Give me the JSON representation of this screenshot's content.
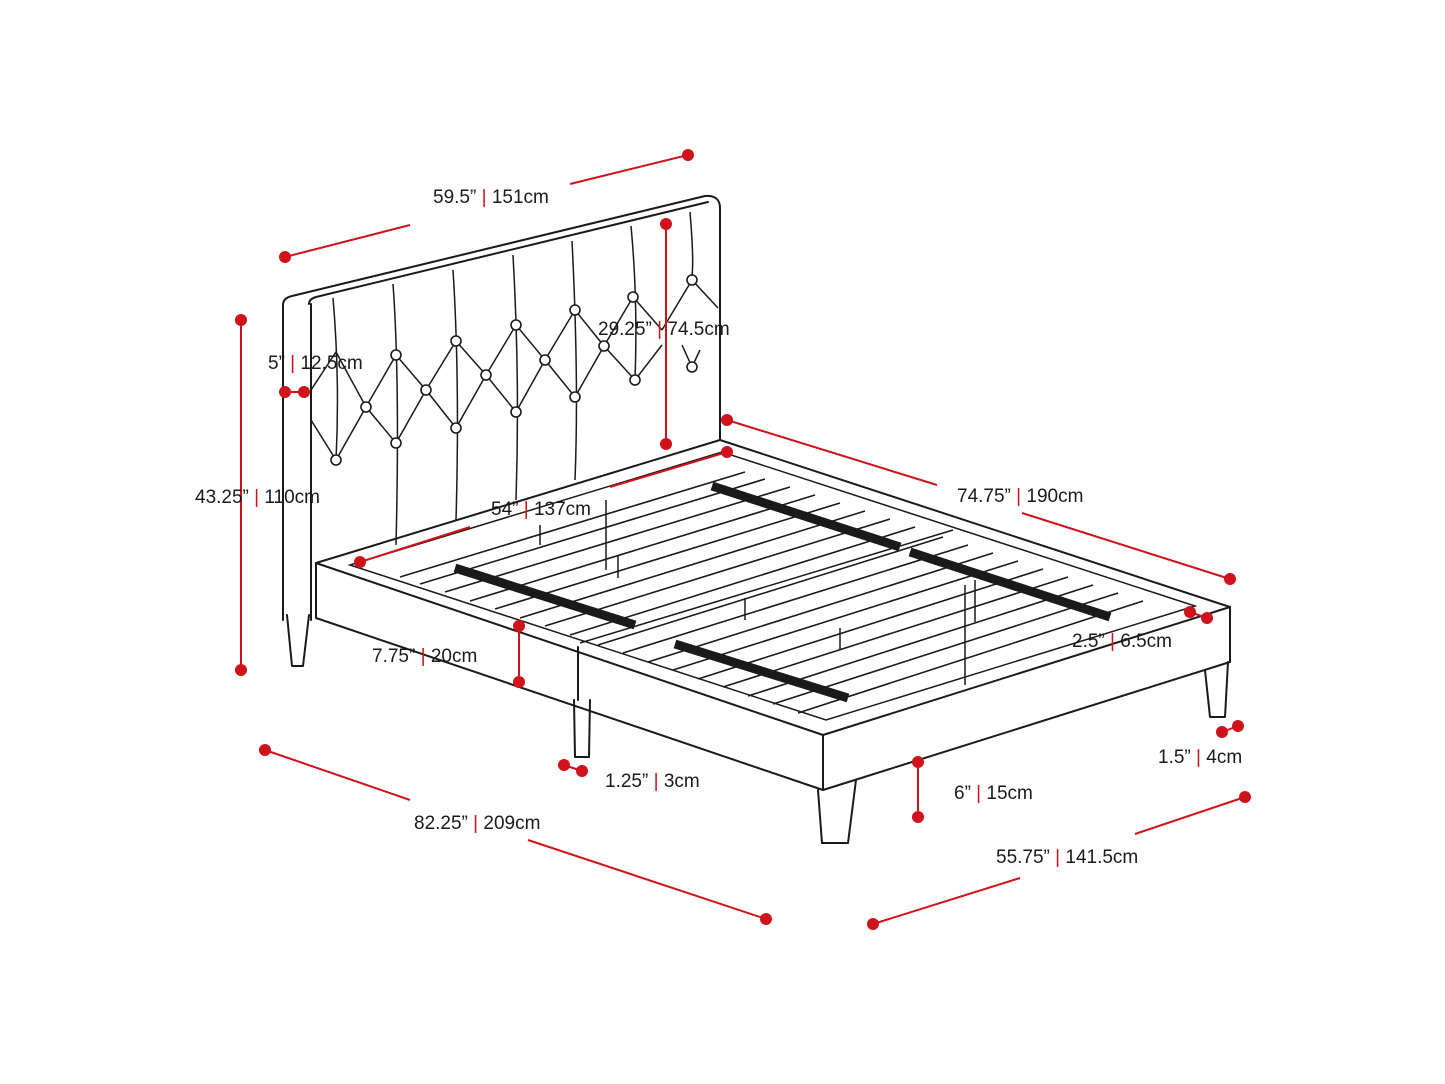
{
  "colors": {
    "dimension": "#d0121b",
    "line": "#1a1a1a",
    "background": "#ffffff"
  },
  "dimensions": {
    "headboard_width": {
      "imperial": "59.5”",
      "metric": "151cm"
    },
    "headboard_height": {
      "imperial": "29.25”",
      "metric": "74.5cm"
    },
    "post_width": {
      "imperial": "5”",
      "metric": "12.5cm"
    },
    "total_height": {
      "imperial": "43.25”",
      "metric": "110cm"
    },
    "mattress_length": {
      "imperial": "74.75”",
      "metric": "190cm"
    },
    "mattress_width": {
      "imperial": "54”",
      "metric": "137cm"
    },
    "frame_height": {
      "imperial": "7.75”",
      "metric": "20cm"
    },
    "rail_inset": {
      "imperial": "2.5”",
      "metric": "6.5cm"
    },
    "leg_width_front": {
      "imperial": "1.25”",
      "metric": "3cm"
    },
    "leg_width_side": {
      "imperial": "1.5”",
      "metric": "4cm"
    },
    "leg_height": {
      "imperial": "6”",
      "metric": "15cm"
    },
    "total_length": {
      "imperial": "82.25”",
      "metric": "209cm"
    },
    "total_width": {
      "imperial": "55.75”",
      "metric": "141.5cm"
    }
  }
}
